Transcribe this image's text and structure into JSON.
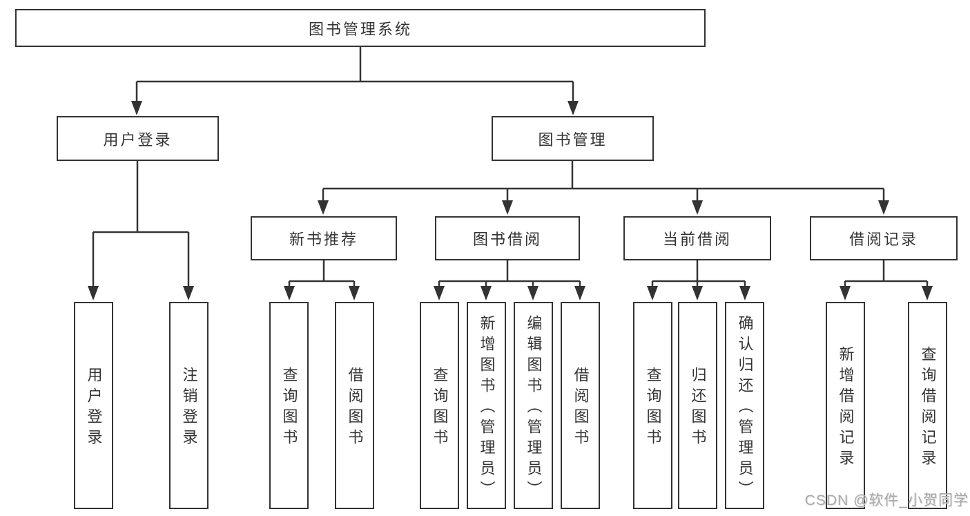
{
  "diagram": {
    "root": {
      "label": "图书管理系统"
    },
    "level2": [
      {
        "label": "用户登录",
        "children": [
          {
            "label": "用户登录"
          },
          {
            "label": "注销登录"
          }
        ]
      },
      {
        "label": "图书管理",
        "children": [
          {
            "label": "新书推荐",
            "children": [
              {
                "label": "查询图书"
              },
              {
                "label": "借阅图书"
              }
            ]
          },
          {
            "label": "图书借阅",
            "children": [
              {
                "label": "查询图书"
              },
              {
                "label": "新增图书（管理员）"
              },
              {
                "label": "编辑图书（管理员）"
              },
              {
                "label": "借阅图书"
              }
            ]
          },
          {
            "label": "当前借阅",
            "children": [
              {
                "label": "查询图书"
              },
              {
                "label": "归还图书"
              },
              {
                "label": "确认归还（管理员）"
              }
            ]
          },
          {
            "label": "借阅记录",
            "children": [
              {
                "label": "新增借阅记录"
              },
              {
                "label": "查询借阅记录"
              }
            ]
          }
        ]
      }
    ]
  },
  "watermark": {
    "text": "CSDN @软件_小贺同学"
  },
  "colors": {
    "line": "#333333",
    "text": "#333333",
    "box_background": "#ffffff",
    "page_background": "#ffffff",
    "watermark": "#a9a9a9"
  }
}
